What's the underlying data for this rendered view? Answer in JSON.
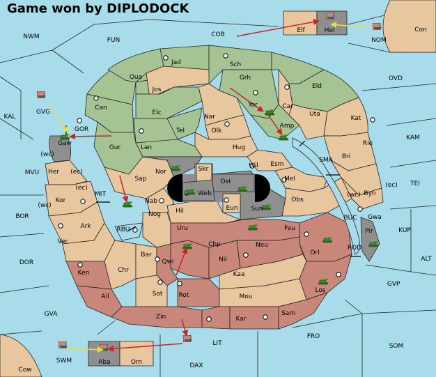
{
  "title": "Game won by DIPLODOCK",
  "colors": {
    "sea": "#a8dcea",
    "tan": "#e8c79f",
    "green": "#a6c394",
    "red": "#c8877a",
    "gray": "#8f8f8f",
    "arrow_order": "#cc2222",
    "arrow_support": "#e8e040",
    "unit_green": "#3c8a2c"
  },
  "seas": [
    {
      "id": "nwm",
      "name": "NWM"
    },
    {
      "id": "fun",
      "name": "FUN"
    },
    {
      "id": "cob",
      "name": "COB"
    },
    {
      "id": "nom",
      "name": "NOM"
    },
    {
      "id": "con",
      "name": "Con"
    },
    {
      "id": "ovd",
      "name": "OVD"
    },
    {
      "id": "kam",
      "name": "KAM"
    },
    {
      "id": "tei",
      "name": "TEI"
    },
    {
      "id": "kal",
      "name": "KAL"
    },
    {
      "id": "mvu",
      "name": "MVU"
    },
    {
      "id": "bor",
      "name": "BOR"
    },
    {
      "id": "dor",
      "name": "DOR"
    },
    {
      "id": "gva",
      "name": "GVA"
    },
    {
      "id": "cow",
      "name": "Cow"
    },
    {
      "id": "swm",
      "name": "SWM"
    },
    {
      "id": "dax",
      "name": "DAX"
    },
    {
      "id": "lit",
      "name": "LIT"
    },
    {
      "id": "fro",
      "name": "FRO"
    },
    {
      "id": "som",
      "name": "SOM"
    },
    {
      "id": "gvp",
      "name": "GVP"
    },
    {
      "id": "alt",
      "name": "ALT"
    },
    {
      "id": "kup",
      "name": "KUP"
    },
    {
      "id": "buc",
      "name": "BUC"
    },
    {
      "id": "rod",
      "name": "ROD"
    },
    {
      "id": "sma",
      "name": "SMA"
    },
    {
      "id": "mit",
      "name": "MIT"
    },
    {
      "id": "rbu",
      "name": "RBU"
    },
    {
      "id": "gor",
      "name": "GOR"
    },
    {
      "id": "gvg",
      "name": "GVG"
    }
  ],
  "provinces": [
    {
      "id": "jad",
      "name": "Jad"
    },
    {
      "id": "sch",
      "name": "Sch"
    },
    {
      "id": "qua",
      "name": "Qua"
    },
    {
      "id": "jos",
      "name": "Jos"
    },
    {
      "id": "grh",
      "name": "Grh"
    },
    {
      "id": "eld",
      "name": "Eld"
    },
    {
      "id": "can",
      "name": "Can"
    },
    {
      "id": "yor",
      "name": "Yor"
    },
    {
      "id": "car",
      "name": "Car"
    },
    {
      "id": "elc",
      "name": "Elc"
    },
    {
      "id": "nar",
      "name": "Nar"
    },
    {
      "id": "uta",
      "name": "Uta"
    },
    {
      "id": "amp",
      "name": "Amp"
    },
    {
      "id": "tel",
      "name": "Tel"
    },
    {
      "id": "olk",
      "name": "Olk"
    },
    {
      "id": "kat",
      "name": "Kat"
    },
    {
      "id": "gur",
      "name": "Gur"
    },
    {
      "id": "lan",
      "name": "Lan"
    },
    {
      "id": "hug",
      "name": "Hug"
    },
    {
      "id": "rie",
      "name": "Rie"
    },
    {
      "id": "bri",
      "name": "Bri"
    },
    {
      "id": "gaw",
      "name": "Gaw"
    },
    {
      "id": "nor",
      "name": "Nor"
    },
    {
      "id": "wil",
      "name": "Wil"
    },
    {
      "id": "esm",
      "name": "Esm"
    },
    {
      "id": "her",
      "name": "Her"
    },
    {
      "id": "skr",
      "name": "Skr"
    },
    {
      "id": "ost",
      "name": "Ost"
    },
    {
      "id": "sap",
      "name": "Sap"
    },
    {
      "id": "web",
      "name": "Web"
    },
    {
      "id": "mel",
      "name": "Mel"
    },
    {
      "id": "byn",
      "name": "Byn"
    },
    {
      "id": "kor",
      "name": "Kor"
    },
    {
      "id": "nab",
      "name": "Nab"
    },
    {
      "id": "eun",
      "name": "Eun"
    },
    {
      "id": "sun",
      "name": "Sun"
    },
    {
      "id": "obs",
      "name": "Obs"
    },
    {
      "id": "gwa",
      "name": "Gwa"
    },
    {
      "id": "hil",
      "name": "Hil"
    },
    {
      "id": "nog",
      "name": "Nog"
    },
    {
      "id": "pir",
      "name": "Pir"
    },
    {
      "id": "ark",
      "name": "Ark"
    },
    {
      "id": "uru",
      "name": "Uru"
    },
    {
      "id": "feu",
      "name": "Feu"
    },
    {
      "id": "ver",
      "name": "Ver"
    },
    {
      "id": "chp",
      "name": "Chp"
    },
    {
      "id": "neu",
      "name": "Neu"
    },
    {
      "id": "orl",
      "name": "Orl"
    },
    {
      "id": "bar",
      "name": "Bar"
    },
    {
      "id": "qwi",
      "name": "Qwi"
    },
    {
      "id": "nil",
      "name": "Nil"
    },
    {
      "id": "ken",
      "name": "Ken"
    },
    {
      "id": "chr",
      "name": "Chr"
    },
    {
      "id": "kaa",
      "name": "Kaa"
    },
    {
      "id": "los",
      "name": "Los"
    },
    {
      "id": "ail",
      "name": "Ail"
    },
    {
      "id": "sot",
      "name": "Sot"
    },
    {
      "id": "rot",
      "name": "Rot"
    },
    {
      "id": "mou",
      "name": "Mou"
    },
    {
      "id": "zin",
      "name": "Zin"
    },
    {
      "id": "kar",
      "name": "Kar"
    },
    {
      "id": "sam",
      "name": "Sam"
    },
    {
      "id": "elf",
      "name": "Elf"
    },
    {
      "id": "hel",
      "name": "Hel"
    },
    {
      "id": "aba",
      "name": "Aba"
    },
    {
      "id": "orn",
      "name": "Orn"
    }
  ],
  "coast_labels": [
    {
      "id": "wc1",
      "name": "(wc)"
    },
    {
      "id": "ec1",
      "name": "(ec)"
    },
    {
      "id": "ec2",
      "name": "(ec)"
    },
    {
      "id": "wc2",
      "name": "(wc)"
    },
    {
      "id": "wc3",
      "name": "(wc)"
    },
    {
      "id": "ec3",
      "name": "(ec)"
    }
  ]
}
